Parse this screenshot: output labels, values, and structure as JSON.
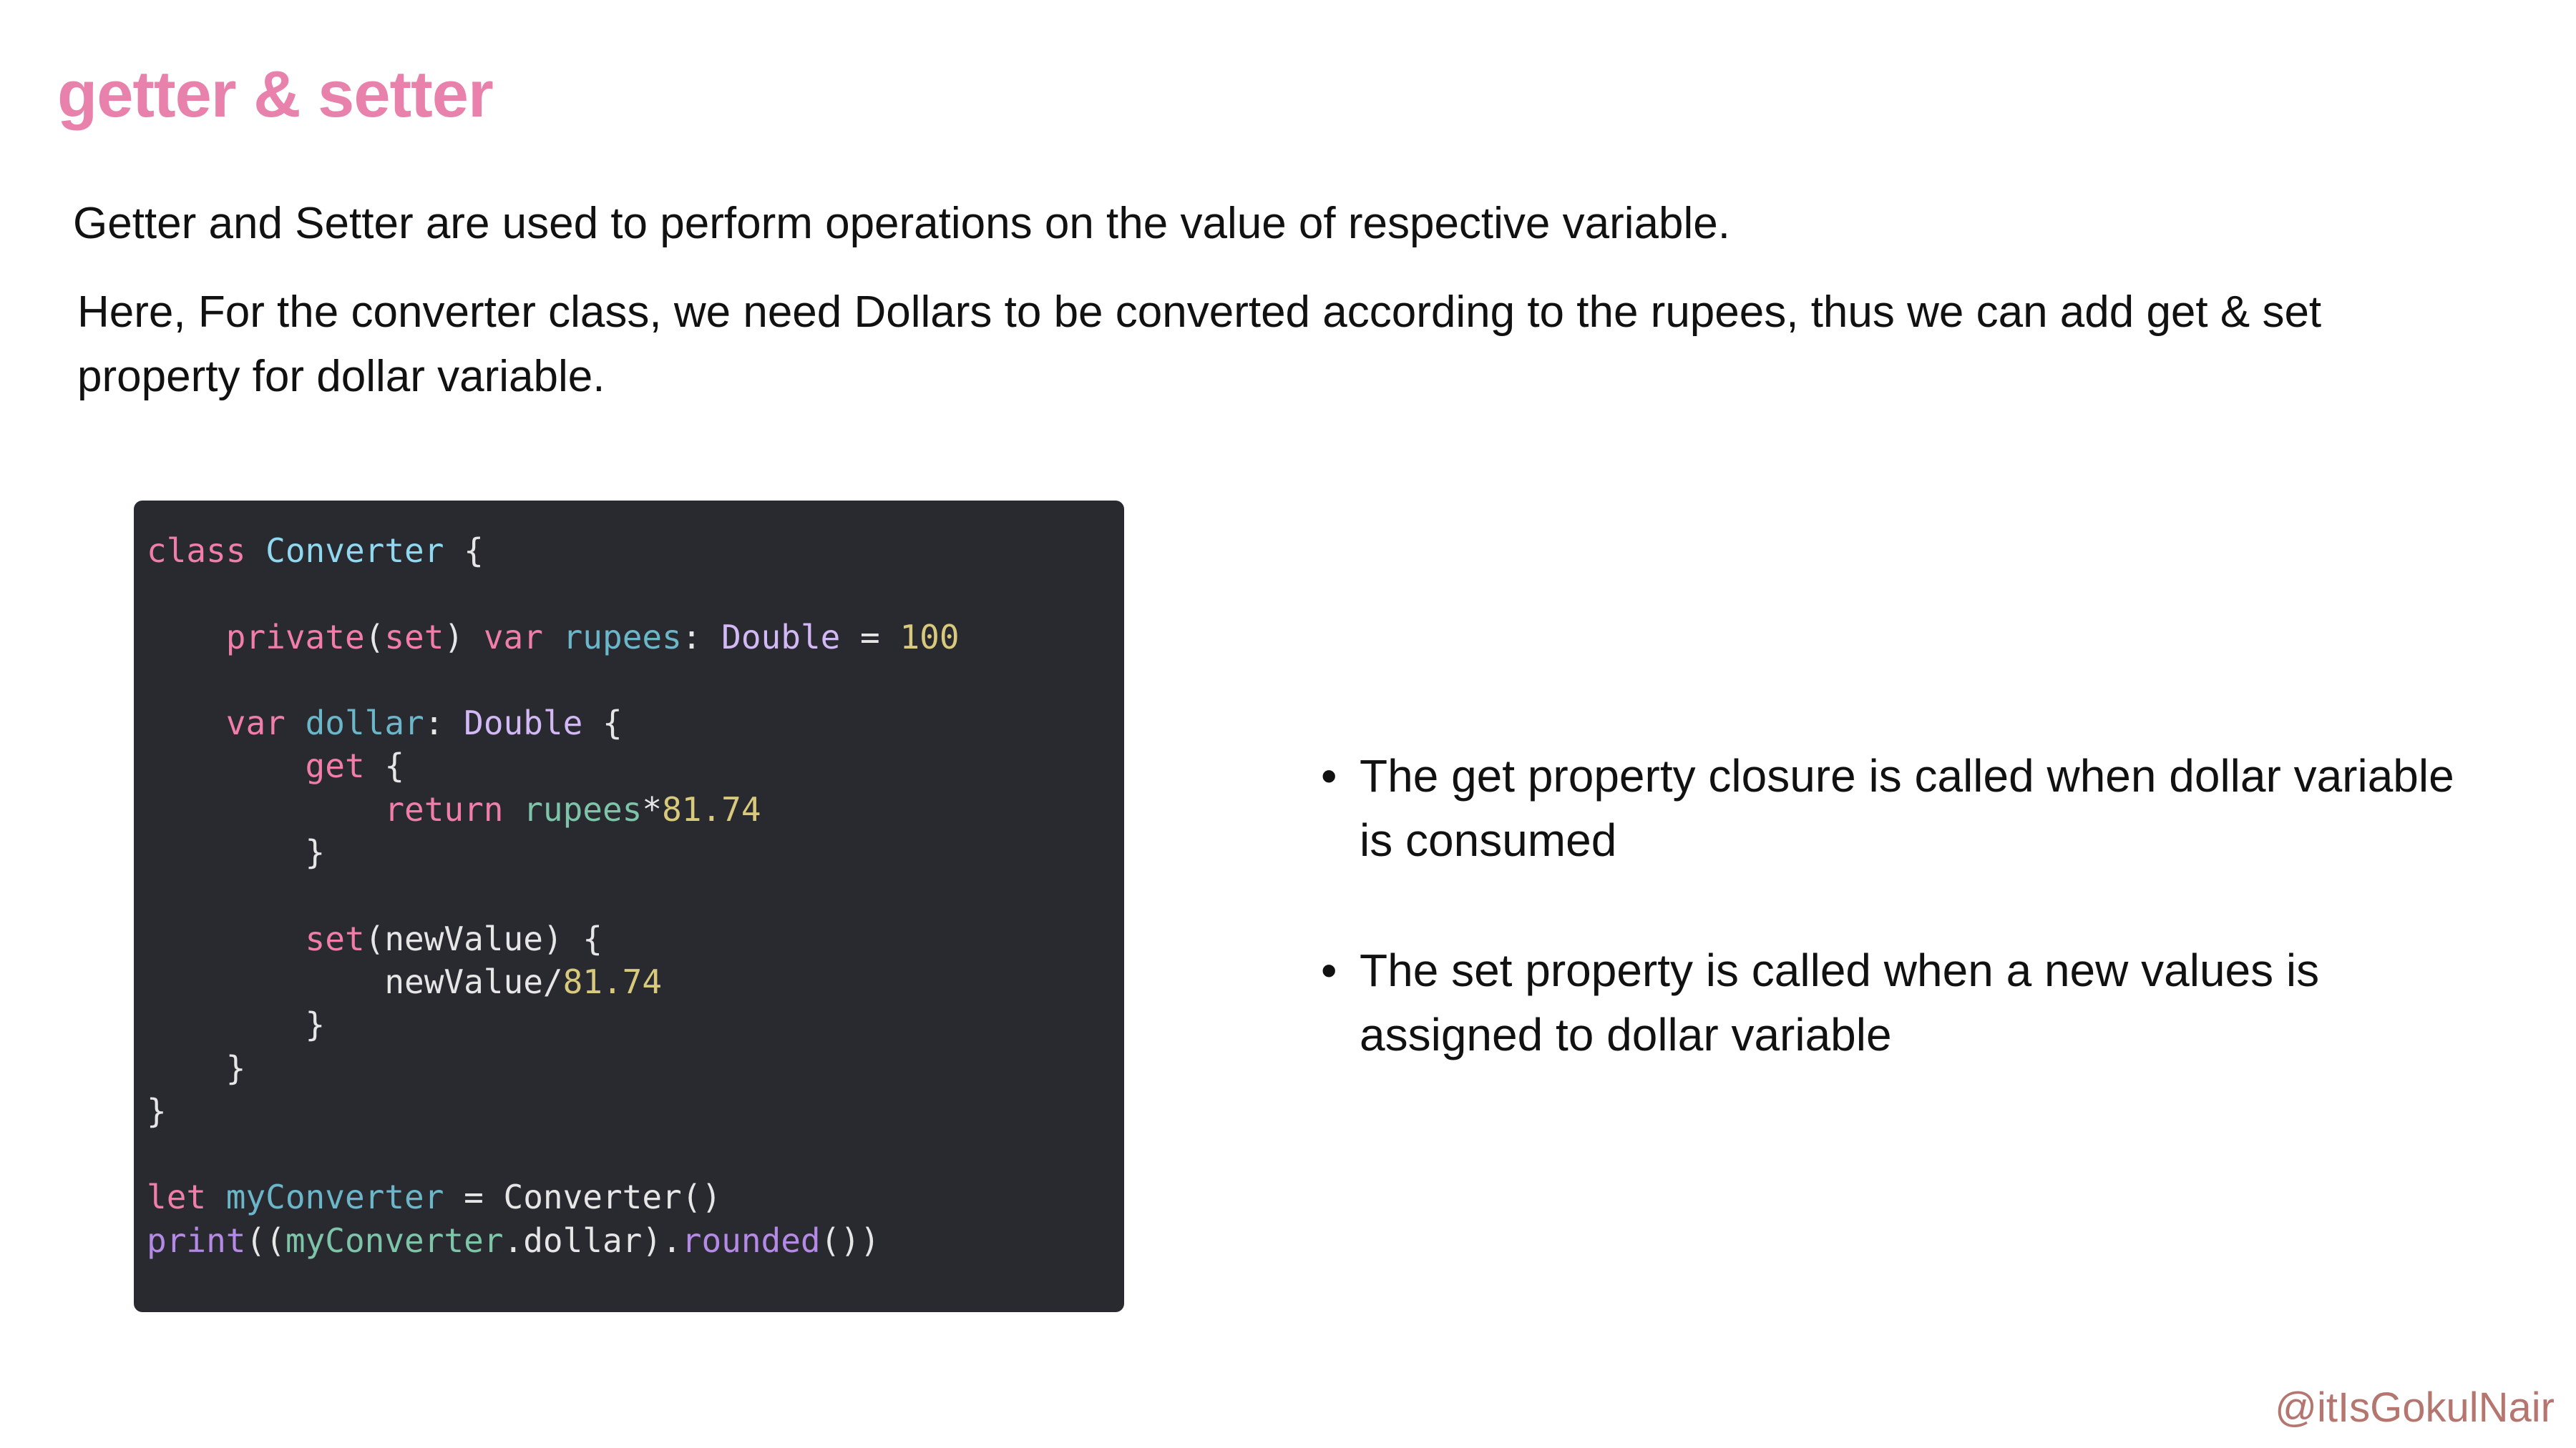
{
  "title": "getter & setter",
  "paragraphs": [
    "Getter and Setter are used to perform operations on the value of respective variable.",
    "Here, For the converter class, we need Dollars to be converted according to the rupees, thus we can add get & set property for dollar variable."
  ],
  "code": {
    "lines": [
      [
        [
          "class ",
          "kw"
        ],
        [
          "Converter",
          "ty"
        ],
        [
          " {",
          "pl"
        ]
      ],
      [],
      [
        [
          "    private",
          "kw"
        ],
        [
          "(",
          "pl"
        ],
        [
          "set",
          "kw"
        ],
        [
          ") ",
          "pl"
        ],
        [
          "var ",
          "kw"
        ],
        [
          "rupees",
          "id"
        ],
        [
          ": ",
          "pl"
        ],
        [
          "Double",
          "tp"
        ],
        [
          " = ",
          "pl"
        ],
        [
          "100",
          "num"
        ]
      ],
      [],
      [
        [
          "    var ",
          "kw"
        ],
        [
          "dollar",
          "id"
        ],
        [
          ": ",
          "pl"
        ],
        [
          "Double",
          "tp"
        ],
        [
          " {",
          "pl"
        ]
      ],
      [
        [
          "        get",
          "kw"
        ],
        [
          " {",
          "pl"
        ]
      ],
      [
        [
          "            return ",
          "kw"
        ],
        [
          "rupees",
          "gid"
        ],
        [
          "*",
          "pl"
        ],
        [
          "81.74",
          "num"
        ]
      ],
      [
        [
          "        }",
          "pl"
        ]
      ],
      [],
      [
        [
          "        set",
          "kw"
        ],
        [
          "(newValue) {",
          "pl"
        ]
      ],
      [
        [
          "            newValue/",
          "pl"
        ],
        [
          "81.74",
          "num"
        ]
      ],
      [
        [
          "        }",
          "pl"
        ]
      ],
      [
        [
          "    }",
          "pl"
        ]
      ],
      [
        [
          "}",
          "pl"
        ]
      ],
      [],
      [
        [
          "let ",
          "kw"
        ],
        [
          "myConverter",
          "id"
        ],
        [
          " = Converter()",
          "pl"
        ]
      ],
      [
        [
          "print",
          "fn"
        ],
        [
          "((",
          "pl"
        ],
        [
          "myConverter",
          "gid"
        ],
        [
          ".dollar).",
          "pl"
        ],
        [
          "rounded",
          "fn"
        ],
        [
          "())",
          "pl"
        ]
      ]
    ]
  },
  "bullets": [
    "The get property closure is called when dollar variable is consumed",
    "The set property is called when a new values is assigned to dollar variable"
  ],
  "bullet_symbol": "•",
  "watermark": "@itIsGokulNair"
}
